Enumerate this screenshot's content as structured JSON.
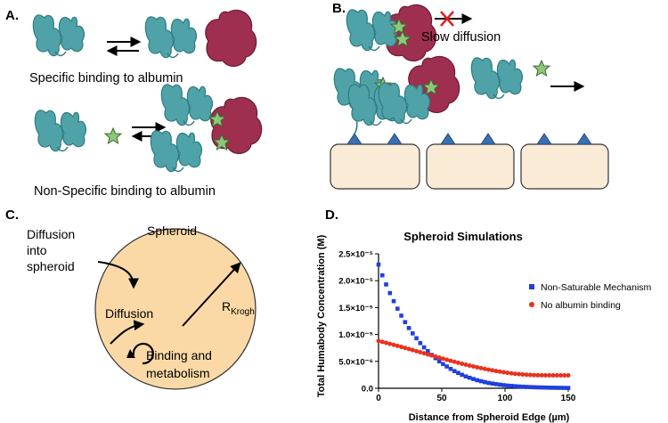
{
  "colors": {
    "antibody": "#4fa3a8",
    "antibody_stroke": "#2f7d82",
    "albumin": "#9e2f4f",
    "albumin_stroke": "#6e1a34",
    "star": "#8cc87a",
    "star_stroke": "#3d6b2d",
    "cell": "#faebd7",
    "receptor": "#3a6fb0",
    "spheroid": "#fbd9a6",
    "red_cross": "#e02020",
    "series_blue": "#1f3fe0",
    "series_red": "#e8321e"
  },
  "panel_a": {
    "label": "A.",
    "caption_specific": "Specific binding to albumin",
    "caption_nonspecific": "Non-Specific binding to albumin"
  },
  "panel_b": {
    "label": "B.",
    "slow_label": "Slow diffusion"
  },
  "panel_c": {
    "label": "C.",
    "title": "Spheroid",
    "into_line1": "Diffusion",
    "into_line2": "into",
    "into_line3": "spheroid",
    "diffusion": "Diffusion",
    "binding_line1": "Binding and",
    "binding_line2": "metabolism",
    "r_main": "R",
    "r_sub": "Krogh"
  },
  "panel_d": {
    "label": "D."
  },
  "chart_data": {
    "type": "scatter",
    "title": "Spheroid Simulations",
    "xlabel": "Distance from Spheroid Edge (µm)",
    "ylabel": "Total Humabody Concentration (M)",
    "xlim": [
      0,
      150
    ],
    "ylim": [
      0,
      2.5e-05
    ],
    "x_ticks": [
      "0",
      "50",
      "100",
      "150"
    ],
    "y_ticks": [
      "0.0",
      "5.0×10⁻⁶",
      "1.0×10⁻⁵",
      "1.5×10⁻⁵",
      "2.0×10⁻⁵",
      "2.5×10⁻⁵"
    ],
    "legend_position": "right",
    "series": [
      {
        "name": "Non-Saturable Mechanism",
        "marker": "square",
        "color": "#1f3fe0",
        "x": [
          0,
          3,
          6,
          9,
          12,
          15,
          18,
          21,
          24,
          27,
          30,
          33,
          36,
          39,
          42,
          45,
          48,
          51,
          54,
          57,
          60,
          63,
          66,
          69,
          72,
          75,
          78,
          81,
          84,
          87,
          90,
          93,
          96,
          99,
          102,
          105,
          108,
          111,
          114,
          117,
          120,
          123,
          126,
          129,
          132,
          135,
          138,
          141,
          144,
          147,
          150
        ],
        "y": [
          2.3e-05,
          2.1e-05,
          1.93e-05,
          1.77e-05,
          1.62e-05,
          1.48e-05,
          1.35e-05,
          1.23e-05,
          1.12e-05,
          1.02e-05,
          9.3e-06,
          8.4e-06,
          7.6e-06,
          6.9e-06,
          6.2e-06,
          5.6e-06,
          5e-06,
          4.5e-06,
          4.05e-06,
          3.6e-06,
          3.2e-06,
          2.85e-06,
          2.5e-06,
          2.2e-06,
          1.95e-06,
          1.72e-06,
          1.5e-06,
          1.32e-06,
          1.15e-06,
          1e-06,
          8.8e-07,
          7.7e-07,
          6.7e-07,
          5.8e-07,
          5e-07,
          4.4e-07,
          3.8e-07,
          3.3e-07,
          2.9e-07,
          2.5e-07,
          2.2e-07,
          1.9e-07,
          1.7e-07,
          1.5e-07,
          1.3e-07,
          1.15e-07,
          1e-07,
          9e-08,
          8e-08,
          7e-08,
          6e-08
        ]
      },
      {
        "name": "No albumin binding",
        "marker": "circle",
        "color": "#e8321e",
        "x": [
          0,
          3,
          6,
          9,
          12,
          15,
          18,
          21,
          24,
          27,
          30,
          33,
          36,
          39,
          42,
          45,
          48,
          51,
          54,
          57,
          60,
          63,
          66,
          69,
          72,
          75,
          78,
          81,
          84,
          87,
          90,
          93,
          96,
          99,
          102,
          105,
          108,
          111,
          114,
          117,
          120,
          123,
          126,
          129,
          132,
          135,
          138,
          141,
          144,
          147,
          150
        ],
        "y": [
          8.8e-06,
          8.62e-06,
          8.44e-06,
          8.26e-06,
          8.07e-06,
          7.88e-06,
          7.69e-06,
          7.5e-06,
          7.3e-06,
          7.1e-06,
          6.9e-06,
          6.7e-06,
          6.5e-06,
          6.3e-06,
          6.1e-06,
          5.9e-06,
          5.7e-06,
          5.5e-06,
          5.3e-06,
          5.1e-06,
          4.92e-06,
          4.74e-06,
          4.56e-06,
          4.39e-06,
          4.22e-06,
          4.06e-06,
          3.9e-06,
          3.75e-06,
          3.6e-06,
          3.46e-06,
          3.33e-06,
          3.2e-06,
          3.08e-06,
          2.97e-06,
          2.87e-06,
          2.78e-06,
          2.7e-06,
          2.63e-06,
          2.57e-06,
          2.52e-06,
          2.48e-06,
          2.45e-06,
          2.43e-06,
          2.42e-06,
          2.41e-06,
          2.4e-06,
          2.4e-06,
          2.4e-06,
          2.4e-06,
          2.4e-06,
          2.4e-06
        ]
      }
    ]
  }
}
